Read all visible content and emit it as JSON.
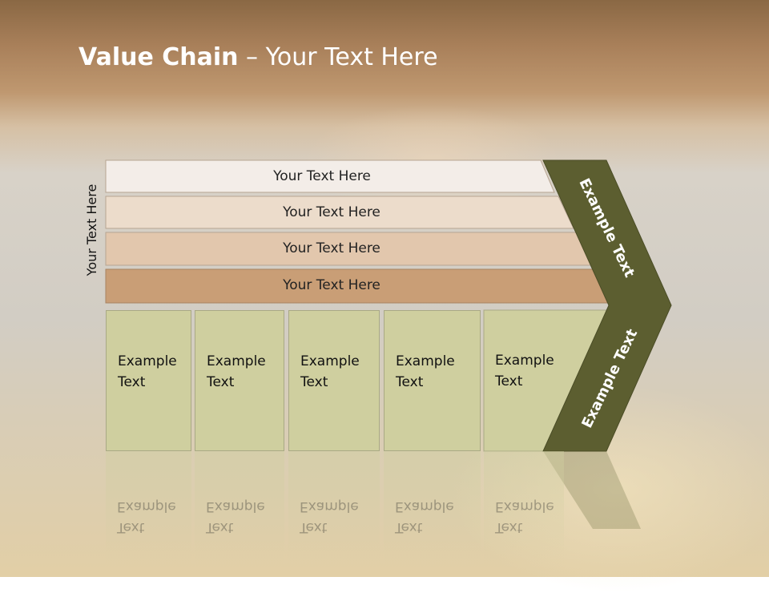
{
  "slide": {
    "title_bold": "Value Chain",
    "title_rest": " – Your Text Here",
    "vertical_label": "Your Text Here"
  },
  "bars": [
    {
      "label": "Your Text Here",
      "color": "#f3ede8"
    },
    {
      "label": "Your Text Here",
      "color": "#ecdccb"
    },
    {
      "label": "Your Text Here",
      "color": "#e2c7ad"
    },
    {
      "label": "Your Text Here",
      "color": "#c99e76"
    }
  ],
  "columns": [
    {
      "line1": "Example",
      "line2": "Text"
    },
    {
      "line1": "Example",
      "line2": "Text"
    },
    {
      "line1": "Example",
      "line2": "Text"
    },
    {
      "line1": "Example",
      "line2": "Text"
    },
    {
      "line1": "Example",
      "line2": "Text"
    }
  ],
  "chevron": {
    "upper_label": "Example Text",
    "lower_label": "Example Text",
    "color": "#5c5e30"
  }
}
